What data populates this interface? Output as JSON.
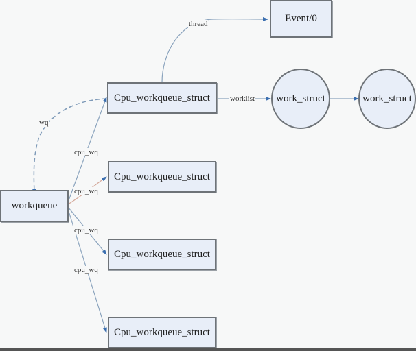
{
  "diagram": {
    "nodes": {
      "workqueue": {
        "label": "workqueue",
        "shape": "rect"
      },
      "cpu_wq_1": {
        "label": "Cpu_workqueue_struct",
        "shape": "rect"
      },
      "cpu_wq_2": {
        "label": "Cpu_workqueue_struct",
        "shape": "rect"
      },
      "cpu_wq_3": {
        "label": "Cpu_workqueue_struct",
        "shape": "rect"
      },
      "cpu_wq_4": {
        "label": "Cpu_workqueue_struct",
        "shape": "rect"
      },
      "event0": {
        "label": "Event/0",
        "shape": "rect"
      },
      "work_struct_1": {
        "label": "work_struct",
        "shape": "circle"
      },
      "work_struct_2": {
        "label": "work_struct",
        "shape": "circle"
      }
    },
    "edges": [
      {
        "from": "workqueue",
        "to": "cpu_wq_1",
        "label": "cpu_wq",
        "style": "solid"
      },
      {
        "from": "workqueue",
        "to": "cpu_wq_2",
        "label": "cpu_wq",
        "style": "solid"
      },
      {
        "from": "workqueue",
        "to": "cpu_wq_3",
        "label": "cpu_wq",
        "style": "solid"
      },
      {
        "from": "workqueue",
        "to": "cpu_wq_4",
        "label": "cpu_wq",
        "style": "solid"
      },
      {
        "from": "cpu_wq_1",
        "to": "workqueue",
        "label": "wq",
        "style": "dashed"
      },
      {
        "from": "cpu_wq_1",
        "to": "event0",
        "label": "thread",
        "style": "solid"
      },
      {
        "from": "cpu_wq_1",
        "to": "work_struct_1",
        "label": "worklist",
        "style": "solid"
      },
      {
        "from": "work_struct_1",
        "to": "work_struct_2",
        "label": "",
        "style": "solid"
      }
    ],
    "colors": {
      "node_fill": "#e8eef8",
      "node_border": "#6e7378",
      "edge": "#7e9ab8",
      "arrowhead": "#3b6fb0",
      "background": "#f7f8f8"
    }
  }
}
